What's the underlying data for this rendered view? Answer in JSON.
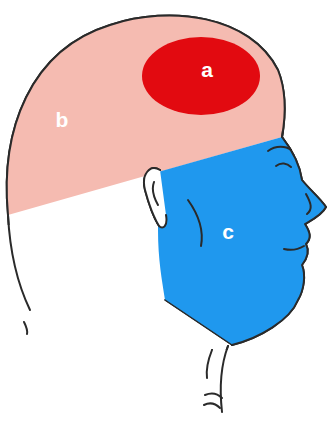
{
  "diagram": {
    "nodes": [
      {
        "text": [
          "b"
        ]
      },
      {
        "text": [
          "a"
        ],
        "in": 0
      },
      {
        "text": [
          "c"
        ]
      }
    ]
  }
}
